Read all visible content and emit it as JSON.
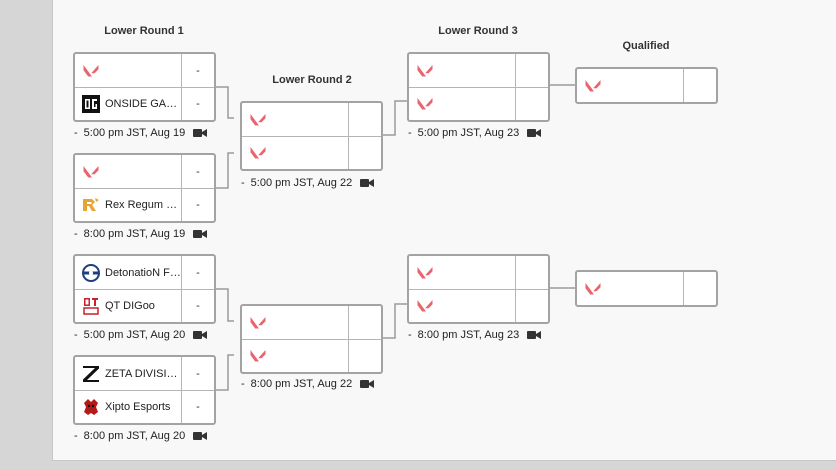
{
  "rounds": {
    "r1": "Lower Round 1",
    "r2": "Lower Round 2",
    "r3": "Lower Round 3",
    "q": "Qualified"
  },
  "matches": [
    {
      "teams": [
        {
          "name": "",
          "score": "-",
          "logo": "valorant-icon"
        },
        {
          "name": "ONSIDE GAMING",
          "score": "-",
          "logo": "onside-gaming-logo"
        }
      ],
      "time": "5:00 pm JST, Aug 19"
    },
    {
      "teams": [
        {
          "name": "",
          "score": "-",
          "logo": "valorant-icon"
        },
        {
          "name": "Rex Regum Qeon",
          "score": "-",
          "logo": "rex-regum-qeon-logo"
        }
      ],
      "time": "8:00 pm JST, Aug 19"
    },
    {
      "teams": [
        {
          "name": "DetonatioN FocusMe",
          "score": "-",
          "logo": "detonation-logo"
        },
        {
          "name": "QT DIGoo",
          "score": "-",
          "logo": "qt-digoo-logo"
        }
      ],
      "time": "5:00 pm JST, Aug 20"
    },
    {
      "teams": [
        {
          "name": "ZETA DIVISION",
          "score": "-",
          "logo": "zeta-division-logo"
        },
        {
          "name": "Xipto Esports",
          "score": "-",
          "logo": "xipto-esports-logo"
        }
      ],
      "time": "8:00 pm JST, Aug 20"
    },
    {
      "teams": [
        {
          "name": "",
          "score": "",
          "logo": "valorant-icon"
        },
        {
          "name": "",
          "score": "",
          "logo": "valorant-icon"
        }
      ],
      "time": "5:00 pm JST, Aug 22"
    },
    {
      "teams": [
        {
          "name": "",
          "score": "",
          "logo": "valorant-icon"
        },
        {
          "name": "",
          "score": "",
          "logo": "valorant-icon"
        }
      ],
      "time": "8:00 pm JST, Aug 22"
    },
    {
      "teams": [
        {
          "name": "",
          "score": "",
          "logo": "valorant-icon"
        },
        {
          "name": "",
          "score": "",
          "logo": "valorant-icon"
        }
      ],
      "time": "5:00 pm JST, Aug 23"
    },
    {
      "teams": [
        {
          "name": "",
          "score": "",
          "logo": "valorant-icon"
        },
        {
          "name": "",
          "score": "",
          "logo": "valorant-icon"
        }
      ],
      "time": "8:00 pm JST, Aug 23"
    }
  ],
  "qualified": [
    {
      "name": "",
      "logo": "valorant-icon"
    },
    {
      "name": "",
      "logo": "valorant-icon"
    }
  ],
  "colors": {
    "valorant": "#e9646c",
    "border": "#a3a3a3",
    "connector": "#9a9a9a"
  }
}
